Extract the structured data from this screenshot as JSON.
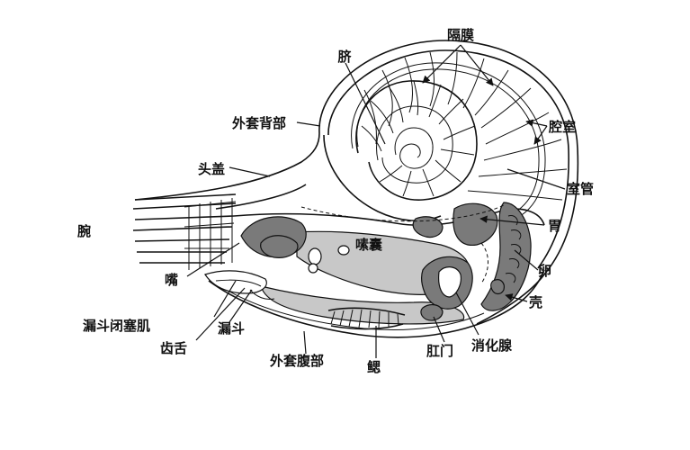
{
  "labels": {
    "umbilicus": "脐",
    "septum": "隔膜",
    "mantle_dorsal": "外套背部",
    "chamber": "腔室",
    "hood": "头盖",
    "siphuncle": "室管",
    "arms": "腕",
    "stomach": "胃",
    "crop": "嗉囊",
    "mouth": "嘴",
    "ovary": "卵",
    "shell": "壳",
    "funnel_valve_muscle": "漏斗闭塞肌",
    "funnel": "漏斗",
    "radula": "齿舌",
    "mantle_ventral": "外套腹部",
    "gills": "鳃",
    "anus": "肛门",
    "digestive_gland": "消化腺"
  }
}
